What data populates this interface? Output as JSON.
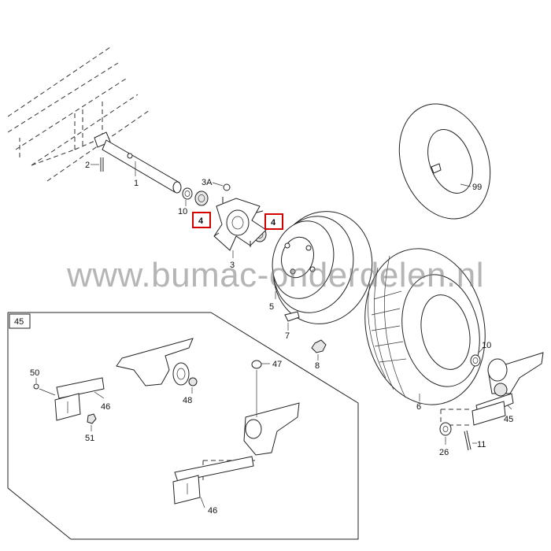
{
  "watermark": "www.bumac-onderdelen.nl",
  "highlight_color": "#d40000",
  "callouts": {
    "p1": "1",
    "p2": "2",
    "p3": "3",
    "p3a": "3A",
    "p4a": "4",
    "p4b": "4",
    "p5": "5",
    "p6": "6",
    "p7": "7",
    "p8": "8",
    "p10a": "10",
    "p10b": "10",
    "p11": "11",
    "p26": "26",
    "p45box": "45",
    "p45": "45",
    "p46a": "46",
    "p46b": "46",
    "p47": "47",
    "p48": "48",
    "p50": "50",
    "p51": "51",
    "p99": "99"
  }
}
